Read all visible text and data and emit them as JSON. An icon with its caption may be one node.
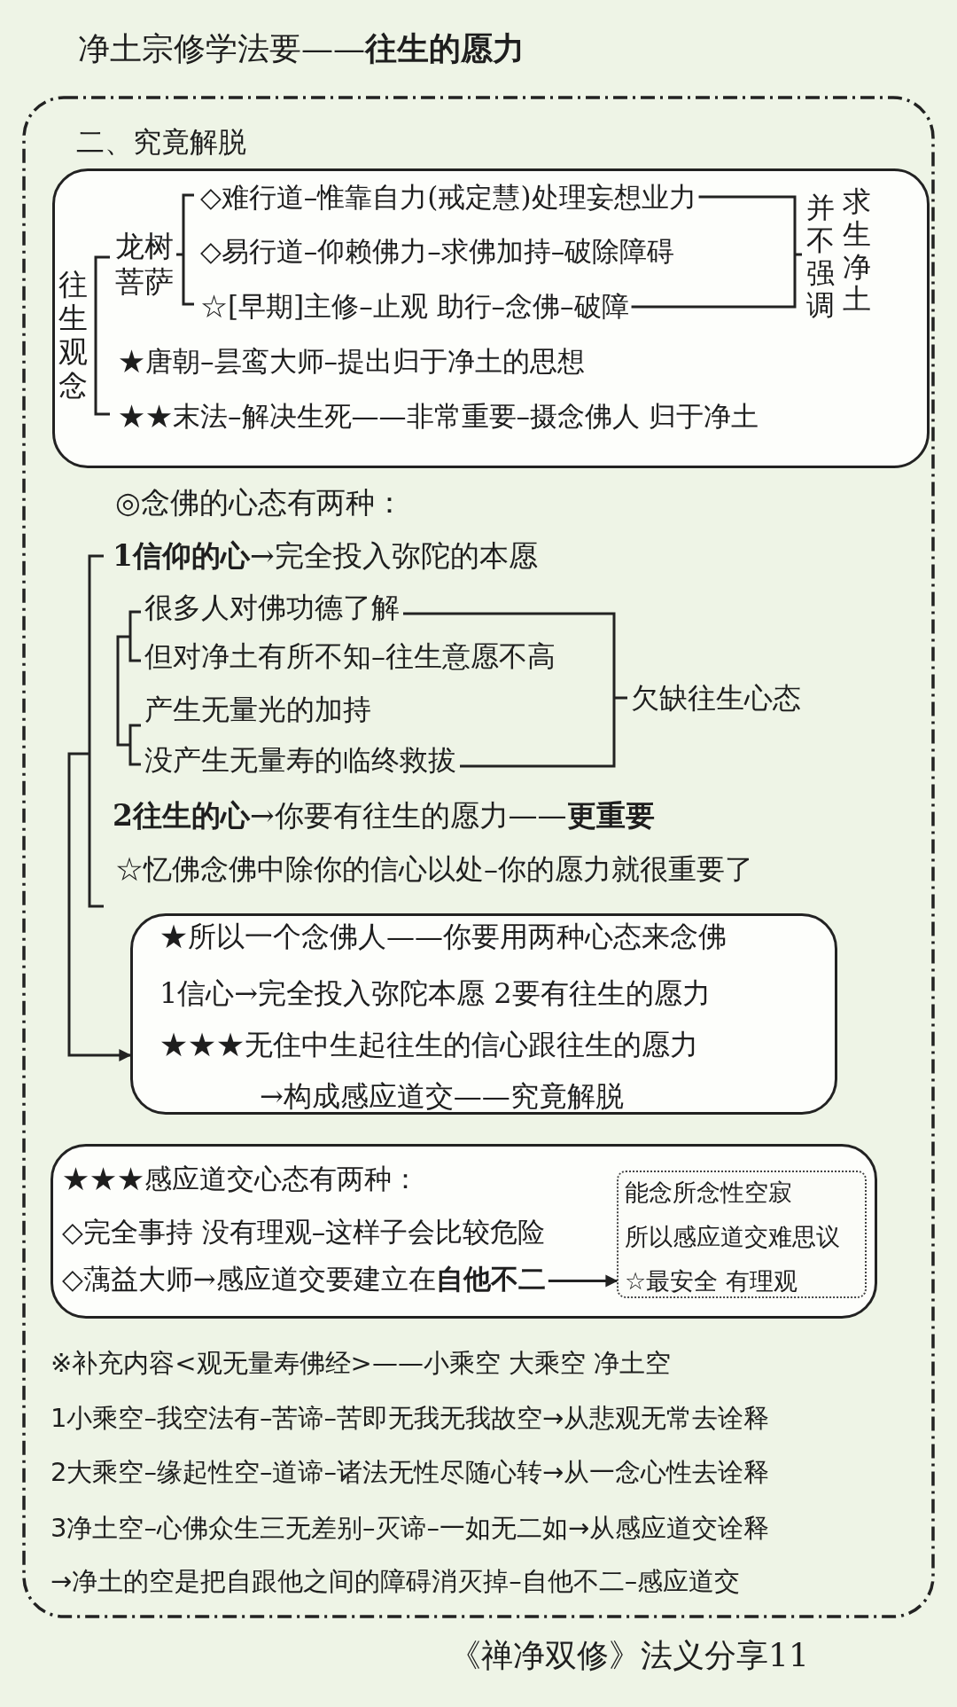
{
  "diagram": {
    "title": "净土宗修学法要——**往生的愿力**",
    "nodes": [
      {
        "text": [
          "二、究竟解脱"
        ]
      },
      {
        "text": [
          "往生观念",
          "龙树菩萨",
          "◇难行道–惟靠自力(戒定慧)处理妄想业力",
          "◇易行道–仰赖佛力–求佛加持–破除障碍",
          "☆[早期]主修–止观 助行–念佛–破障",
          "并不强调",
          "求生净土",
          "★唐朝–昙鸾大师–提出归于净土的思想",
          "★★末法–解决生死——非常重要–摄念佛人 归于净土"
        ],
        "in": 0
      },
      {
        "text": [
          "★所以一个念佛人——你要用两种心态来念佛",
          "1信心→完全投入弥陀本愿 2要有往生的愿力",
          "★★★无住中生起往生的信心跟往生的愿力",
          "→构成感应道交——究竟解脱"
        ],
        "in": 0
      },
      {
        "text": [
          "★★★感应道交心态有两种：",
          "◇完全事持 没有理观–这样子会比较危险"
        ],
        "in": 0
      },
      {
        "text": [
          "◇蕅益大师→感应道交要建立在**自他不二**"
        ],
        "in": 3
      },
      {
        "text": [
          "能念所念性空寂",
          "所以感应道交难思议",
          "☆最安全 有理观"
        ],
        "in": 3
      }
    ],
    "edges": [
      {
        "from": null,
        "to": 2,
        "arrow": "to"
      },
      {
        "from": 4,
        "to": 5,
        "arrow": "to"
      }
    ],
    "labels": [
      "◎念佛的心态有两种：",
      "**1信仰的心**→完全投入弥陀的本愿",
      "很多人对佛功德了解",
      "但对净土有所不知–往生意愿不高",
      "产生无量光的加持",
      "没产生无量寿的临终救拔",
      "欠缺往生心态",
      "**2往生的心**→你要有往生的愿力——**更重要**",
      "☆忆佛念佛中除你的信心以处–你的愿力就很重要了",
      "※补充内容<观无量寿佛经>——小乘空 大乘空 净土空",
      "1小乘空–我空法有–苦谛–苦即无我无我故空→从悲观无常去诠释",
      "2大乘空–缘起性空–道谛–诸法无性尽随心转→从一念心性去诠释",
      "3净土空–心佛众生三无差别–灭谛–一如无二如→从感应道交诠释",
      "→净土的空是把自跟他之间的障碍消灭掉–自他不二–感应道交",
      "《禅净双修》法义分享11"
    ]
  }
}
